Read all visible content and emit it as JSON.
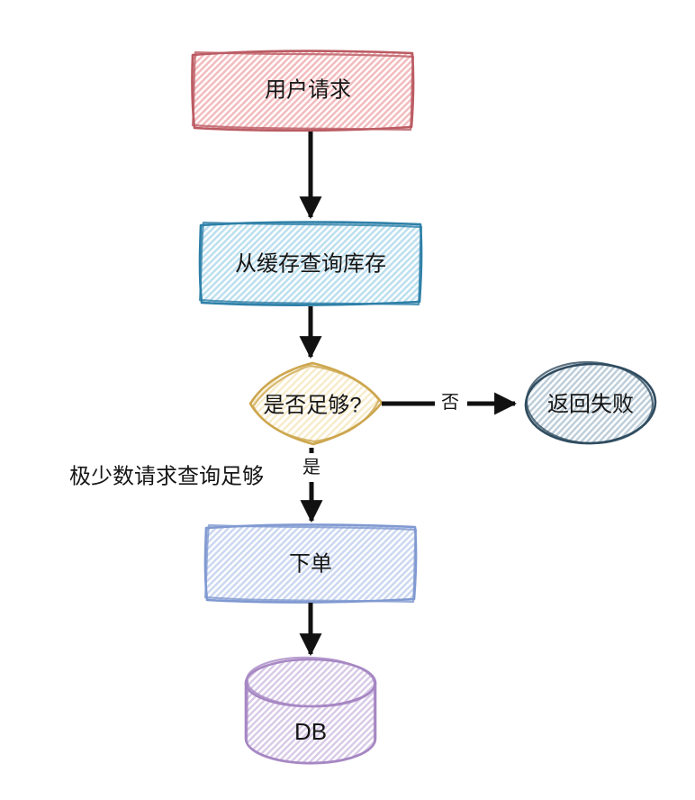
{
  "canvas": {
    "background": "#ffffff"
  },
  "palette": {
    "arrow": "#111111",
    "text": "#161616"
  },
  "nodes": {
    "user_request": {
      "label": "用户请求",
      "shape": "rectangle",
      "stroke": "#bb5b63",
      "hatch": "#f3bdc0"
    },
    "query_cache_stock": {
      "label": "从缓存查询库存",
      "shape": "rectangle",
      "stroke": "#2e80a8",
      "hatch": "#bee0ef"
    },
    "is_enough": {
      "label": "是否足够?",
      "shape": "diamond",
      "stroke": "#cda64e",
      "hatch": "#f7ecca"
    },
    "return_failure": {
      "label": "返回失败",
      "shape": "ellipse",
      "stroke": "#304c60",
      "hatch": "#bccdd9"
    },
    "place_order": {
      "label": "下单",
      "shape": "rectangle",
      "stroke": "#8099d1",
      "hatch": "#cdd9f1"
    },
    "database": {
      "label": "DB",
      "shape": "cylinder",
      "stroke": "#a687c3",
      "hatch": "#d9cbe8"
    }
  },
  "edges": {
    "no": {
      "label": "否"
    },
    "yes": {
      "label": "是"
    }
  },
  "annotations": {
    "few_requests": "极少数请求查询足够"
  }
}
